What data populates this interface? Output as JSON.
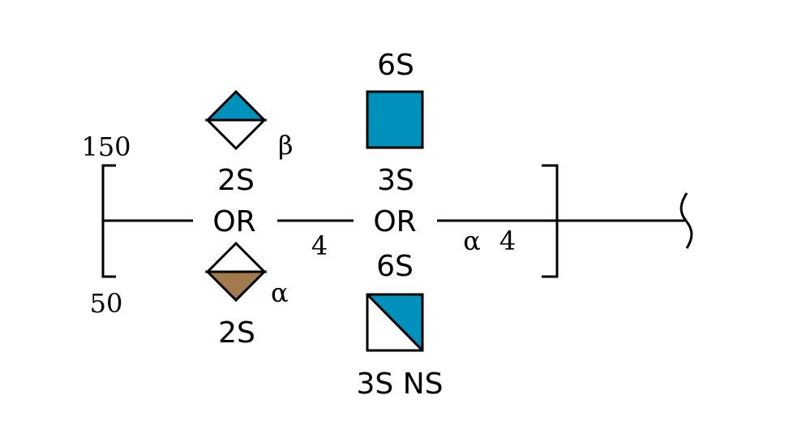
{
  "colors": {
    "blue": "#0090BC",
    "tan": "#A17A4D",
    "white": "#FFFFFF",
    "line": "#000000"
  },
  "repeat": {
    "upper_count": "150",
    "lower_count": "50"
  },
  "left_unit": {
    "upper_shape": "diamond-top-blue",
    "upper_anomer": "β",
    "upper_sulfation": "2S",
    "alternation": "OR",
    "lower_shape": "diamond-bottom-tan",
    "lower_anomer": "α",
    "lower_sulfation": "2S"
  },
  "linkage_1": {
    "position": "4"
  },
  "right_unit": {
    "upper_sulfation_top": "6S",
    "upper_shape": "square-blue",
    "upper_sulfation_bottom": "3S",
    "alternation": "OR",
    "lower_sulfation_top": "6S",
    "lower_shape": "square-diagonal-blue",
    "lower_sulfation_bottom": "3S NS"
  },
  "linkage_2": {
    "anomer": "α",
    "position": "4"
  }
}
